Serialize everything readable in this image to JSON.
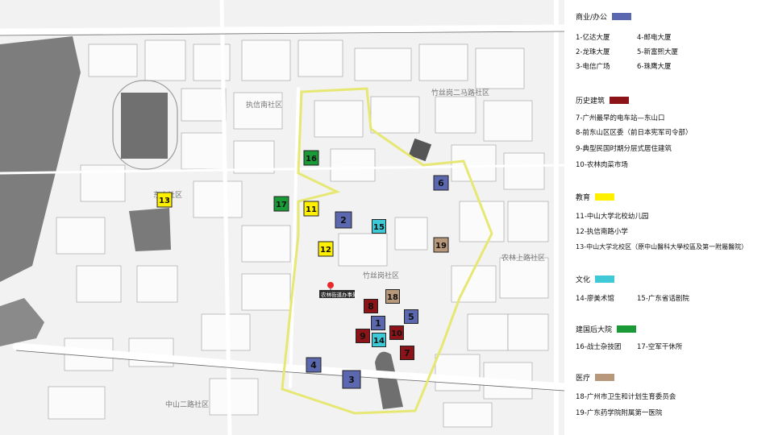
{
  "map": {
    "district_labels": [
      "竹丝岗二马路社区",
      "执信南社区",
      "东山社区",
      "竹丝岗社区",
      "农林上路社区",
      "中山二路社区"
    ],
    "office_label": "农林街道办事处",
    "office_color": "#e8282b",
    "boundary_color": "#e6e873"
  },
  "legend": {
    "categories": [
      {
        "label": "商业/办公",
        "color": "#5b68b0",
        "items": [
          "1-亿达大厦",
          "4-邮电大厦",
          "2-龙珠大厦",
          "5-新富熙大厦",
          "3-电信广场",
          "6-珠鹰大厦"
        ]
      },
      {
        "label": "历史建筑",
        "color": "#8c1418",
        "items": [
          "7-广州最早的电车站—东山口",
          "8-前东山区区委（前日本宪军司令部）",
          "9-典型民国时期分层式居住建筑",
          "10-农林肉菜市场"
        ]
      },
      {
        "label": "教育",
        "color": "#fff000",
        "items": [
          "11-中山大学北校幼儿园",
          "12-执信南路小学",
          "13-中山大学北校区（原中山醫科大學校區及第一附屬醫院）"
        ]
      },
      {
        "label": "文化",
        "color": "#3fc8d6",
        "items": [
          "14-廖美术馆",
          "15-广东省话剧院"
        ]
      },
      {
        "label": "建国后大院",
        "color": "#1a9a36",
        "items": [
          "16-战士杂技团",
          "17-空军干休所"
        ]
      },
      {
        "label": "医疗",
        "color": "#b8987a",
        "items": [
          "18-广州市卫生和计划生育委员会",
          "19-广东药学院附属第一医院"
        ]
      }
    ]
  },
  "markers": [
    {
      "num": "1",
      "cat": 0
    },
    {
      "num": "2",
      "cat": 0
    },
    {
      "num": "3",
      "cat": 0
    },
    {
      "num": "4",
      "cat": 0
    },
    {
      "num": "5",
      "cat": 0
    },
    {
      "num": "6",
      "cat": 0
    },
    {
      "num": "7",
      "cat": 1
    },
    {
      "num": "8",
      "cat": 1
    },
    {
      "num": "9",
      "cat": 1
    },
    {
      "num": "10",
      "cat": 1
    },
    {
      "num": "11",
      "cat": 2
    },
    {
      "num": "12",
      "cat": 2
    },
    {
      "num": "13",
      "cat": 2
    },
    {
      "num": "14",
      "cat": 3
    },
    {
      "num": "15",
      "cat": 3
    },
    {
      "num": "16",
      "cat": 4
    },
    {
      "num": "17",
      "cat": 4
    },
    {
      "num": "18",
      "cat": 5
    },
    {
      "num": "19",
      "cat": 5
    }
  ]
}
